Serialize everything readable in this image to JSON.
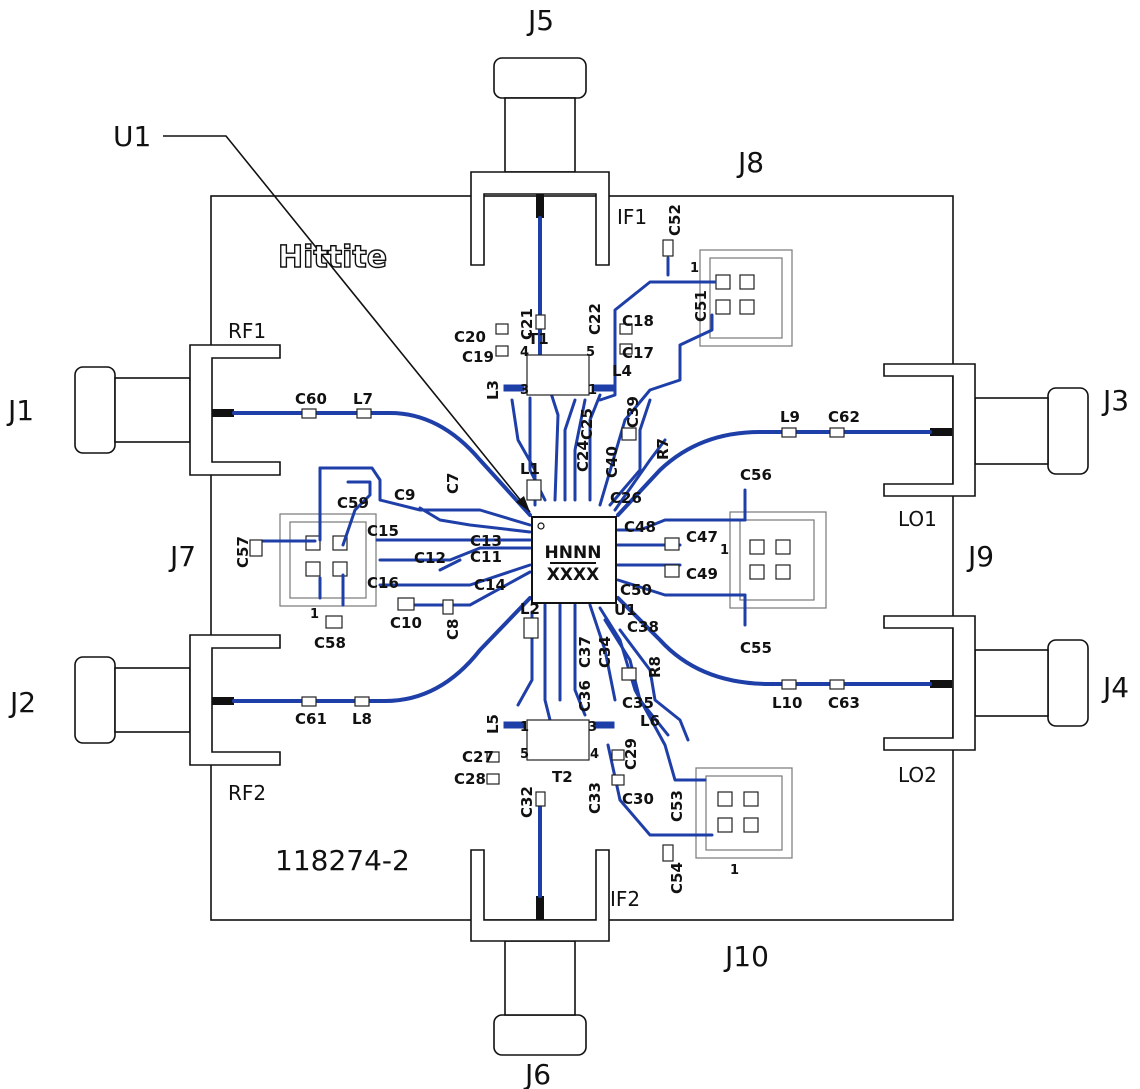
{
  "board_id": "118274-2",
  "logo_text": "Hittite",
  "chip": {
    "line1": "HNNN",
    "line2": "XXXX"
  },
  "connectors": {
    "J1": "J1",
    "J2": "J2",
    "J3": "J3",
    "J4": "J4",
    "J5": "J5",
    "J6": "J6",
    "J7": "J7",
    "J8": "J8",
    "J9": "J9",
    "J10": "J10"
  },
  "ports": {
    "RF1": "RF1",
    "RF2": "RF2",
    "IF1": "IF1",
    "IF2": "IF2",
    "LO1": "LO1",
    "LO2": "LO2"
  },
  "callout": "U1",
  "components": {
    "C60": "C60",
    "L7": "L7",
    "C61": "C61",
    "L8": "L8",
    "L9": "L9",
    "C62": "C62",
    "L10": "L10",
    "C63": "C63",
    "C21": "C21",
    "C22": "C22",
    "C20": "C20",
    "C19": "C19",
    "C18": "C18",
    "C17": "C17",
    "T1": "T1",
    "L3": "L3",
    "L4": "L4",
    "C52": "C52",
    "C51": "C51",
    "C25": "C25",
    "C24": "C24",
    "C40": "C40",
    "C39": "C39",
    "R7": "R7",
    "C26": "C26",
    "L1": "L1",
    "C9": "C9",
    "C7": "C7",
    "C59": "C59",
    "C15": "C15",
    "C13": "C13",
    "C11": "C11",
    "C12": "C12",
    "C57": "C57",
    "C16": "C16",
    "C14": "C14",
    "C10": "C10",
    "C8": "C8",
    "C58": "C58",
    "C48": "C48",
    "C47": "C47",
    "C49": "C49",
    "C50": "C50",
    "C56": "C56",
    "C55": "C55",
    "U1b": "U1",
    "C38": "C38",
    "L2": "L2",
    "C37": "C37",
    "C34": "C34",
    "R8": "R8",
    "C36": "C36",
    "C35": "C35",
    "L6": "L6",
    "L5": "L5",
    "C27": "C27",
    "C28": "C28",
    "T2": "T2",
    "C29": "C29",
    "C30": "C30",
    "C32": "C32",
    "C33": "C33",
    "C53": "C53",
    "C54": "C54"
  },
  "pins": {
    "t1_4": "4",
    "t1_5": "5",
    "t1_3": "3",
    "t1_1": "1",
    "t2_1": "1",
    "t2_3": "3",
    "t2_5": "5",
    "t2_4": "4",
    "hdr_top_1": "1",
    "hdr_right_1": "1",
    "hdr_left_1": "1",
    "hdr_bottom_1": "1"
  }
}
